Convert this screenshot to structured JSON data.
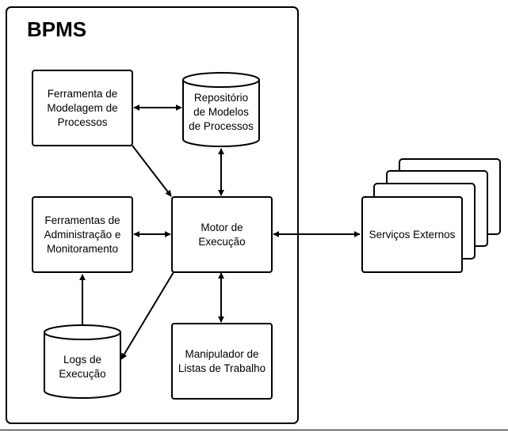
{
  "title": "BPMS",
  "nodes": {
    "modeling_tool": "Ferramenta de\nModelagem de\nProcessos",
    "repository": "Repositório\nde Modelos\nde Processos",
    "admin_tools": "Ferramentas de\nAdministração e\nMonitoramento",
    "engine": "Motor de\nExecução",
    "logs": "Logs de\nExecução",
    "worklist": "Manipulador de\nListas de Trabalho",
    "external_services": "Serviços Externos"
  },
  "colors": {
    "stroke": "#000000",
    "fill": "#ffffff"
  }
}
